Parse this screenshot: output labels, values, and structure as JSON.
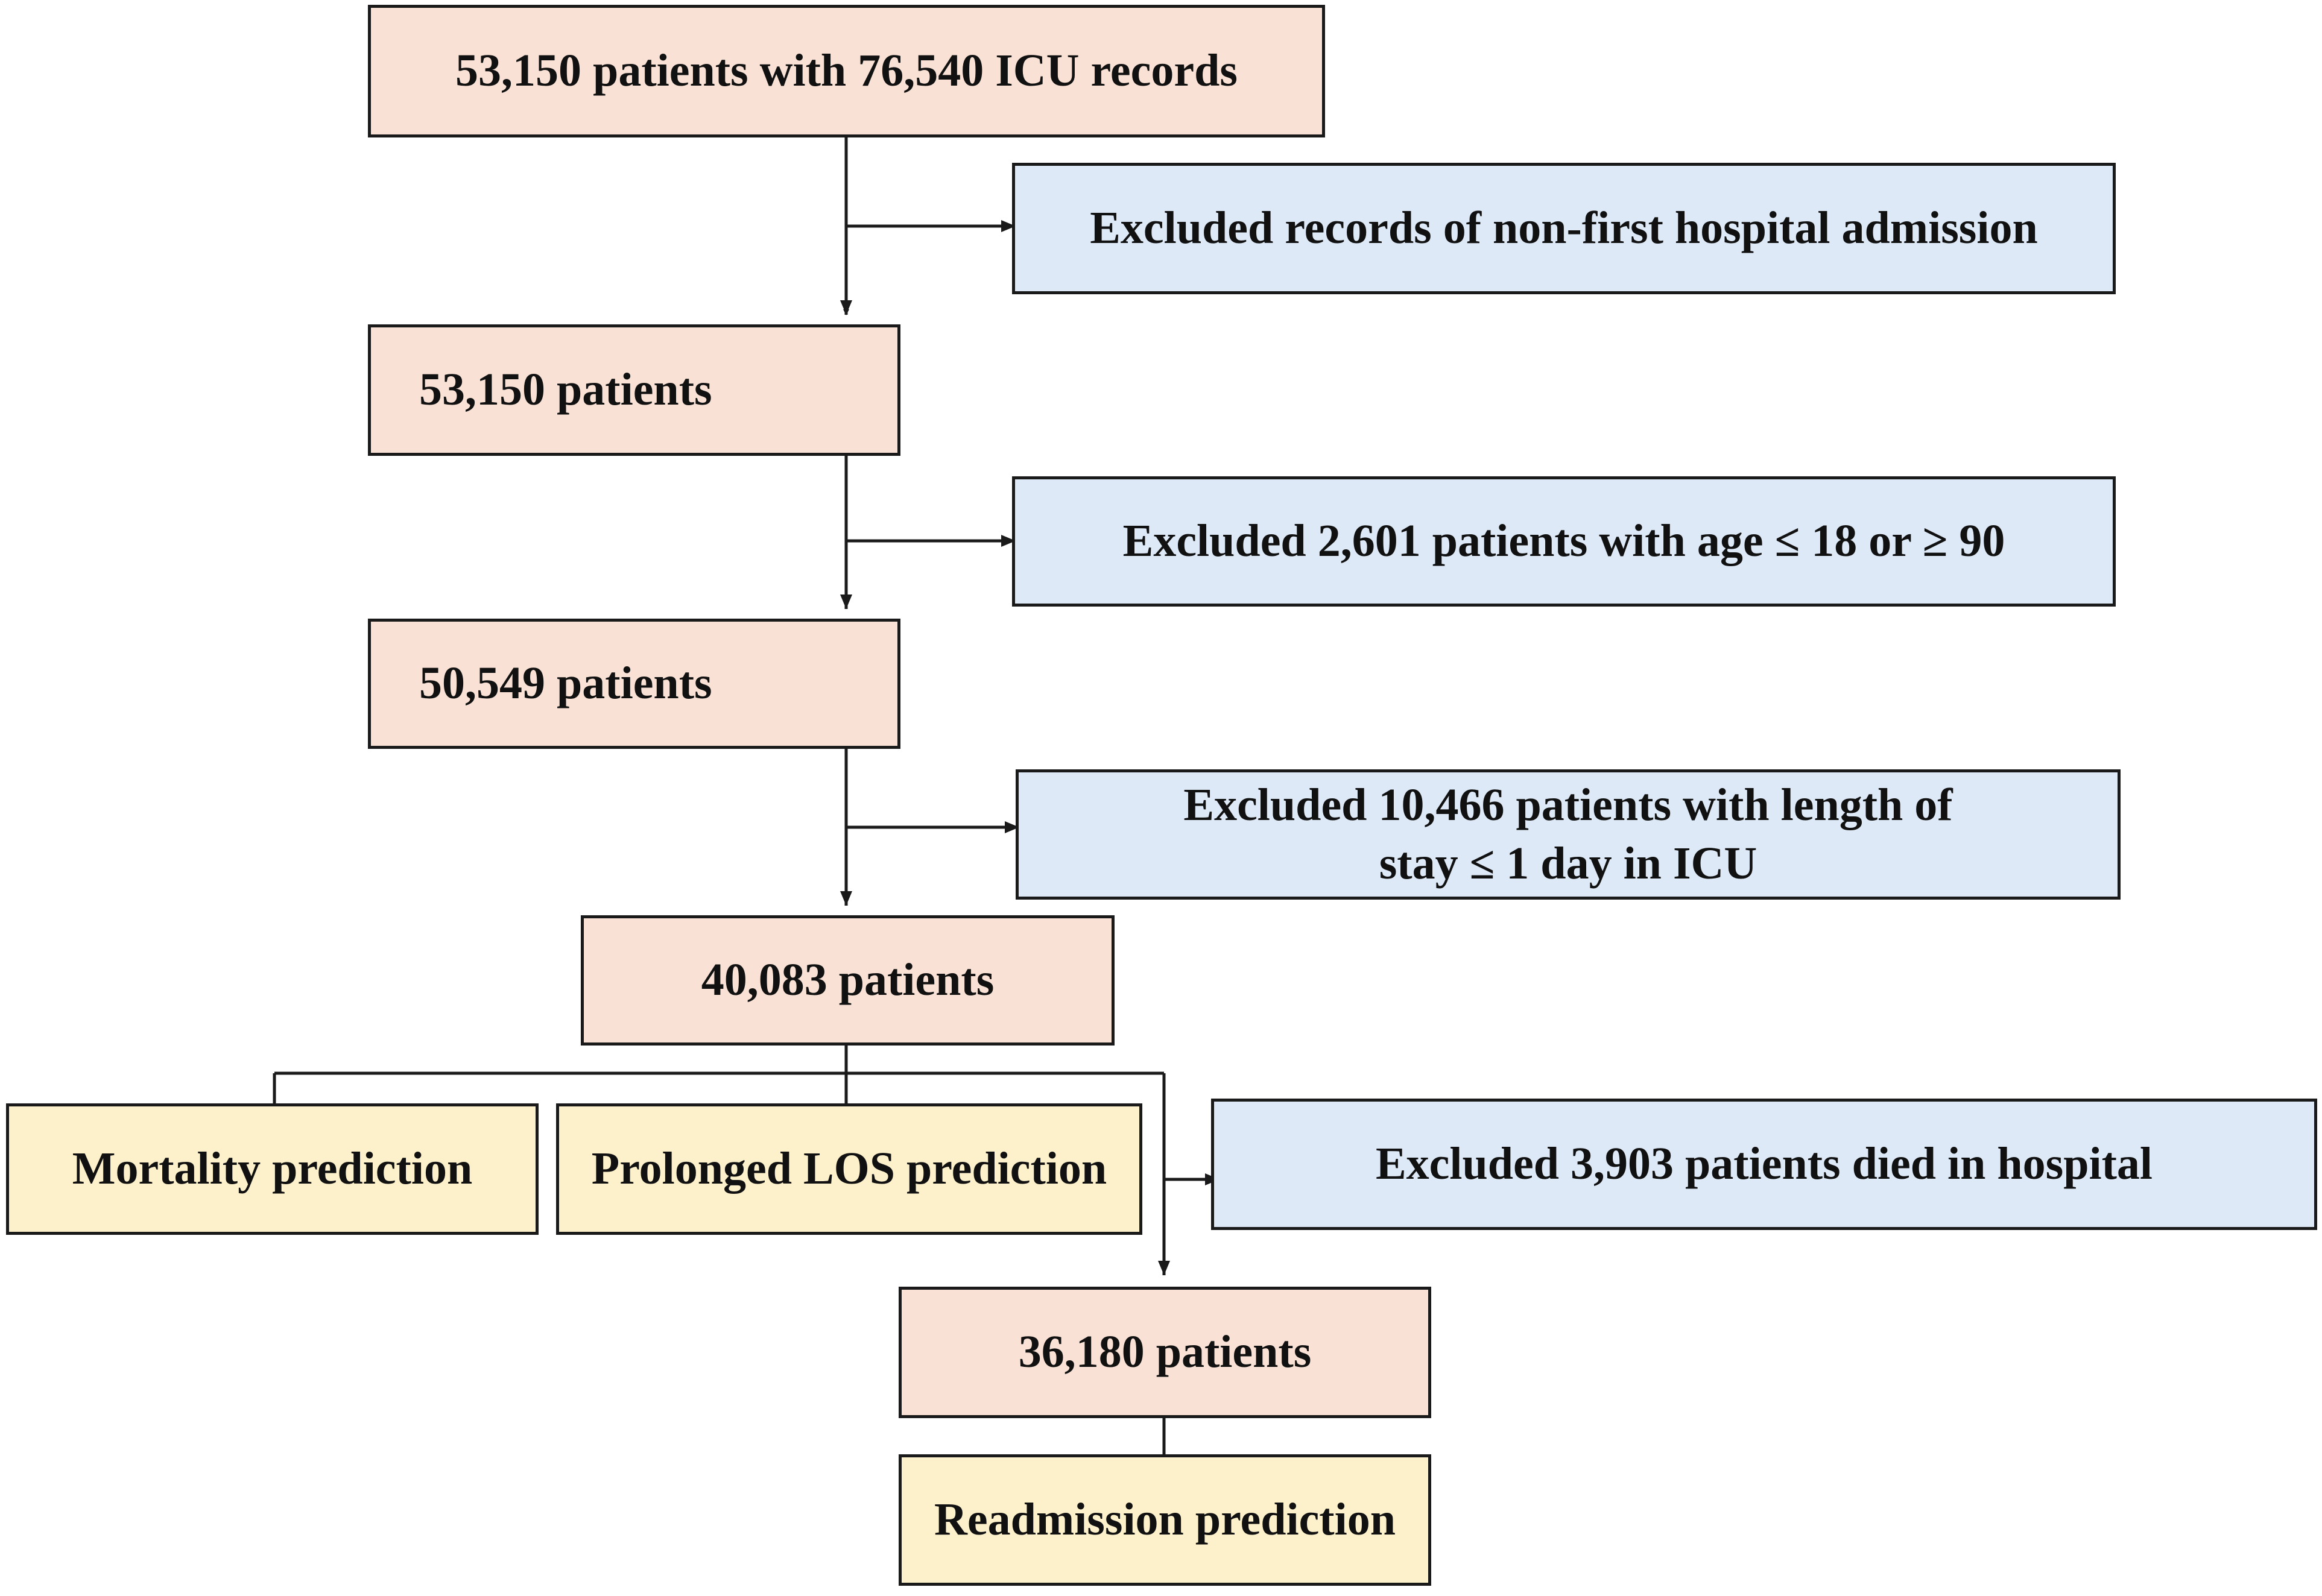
{
  "cohort": {
    "step1": "53,150 patients with 76,540 ICU records",
    "step2": "53,150 patients",
    "step3": "50,549 patients",
    "step4": "40,083 patients",
    "step5": "36,180 patients"
  },
  "exclusions": {
    "ex1": "Excluded records of non-first hospital admission",
    "ex2": "Excluded 2,601 patients with age ≤ 18 or ≥ 90",
    "ex3_line1": "Excluded 10,466 patients with length of",
    "ex3_line2": "stay ≤ 1 day in ICU",
    "ex4": "Excluded 3,903 patients died in hospital"
  },
  "tasks": {
    "mortality": "Mortality prediction",
    "los": "Prolonged LOS prediction",
    "readmission": "Readmission prediction"
  },
  "colors": {
    "cohort_fill": "#f9e2d5",
    "exclusion_fill": "#dde9f6",
    "task_fill": "#fdf1cc",
    "line": "#1a1a1a"
  }
}
